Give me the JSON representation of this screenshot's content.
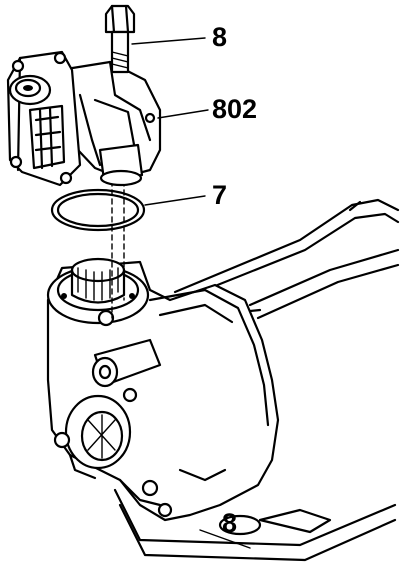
{
  "callouts": [
    {
      "id": "8",
      "label": "8"
    },
    {
      "id": "802",
      "label": "802"
    },
    {
      "id": "7",
      "label": "7"
    }
  ],
  "housing_mark": "8"
}
